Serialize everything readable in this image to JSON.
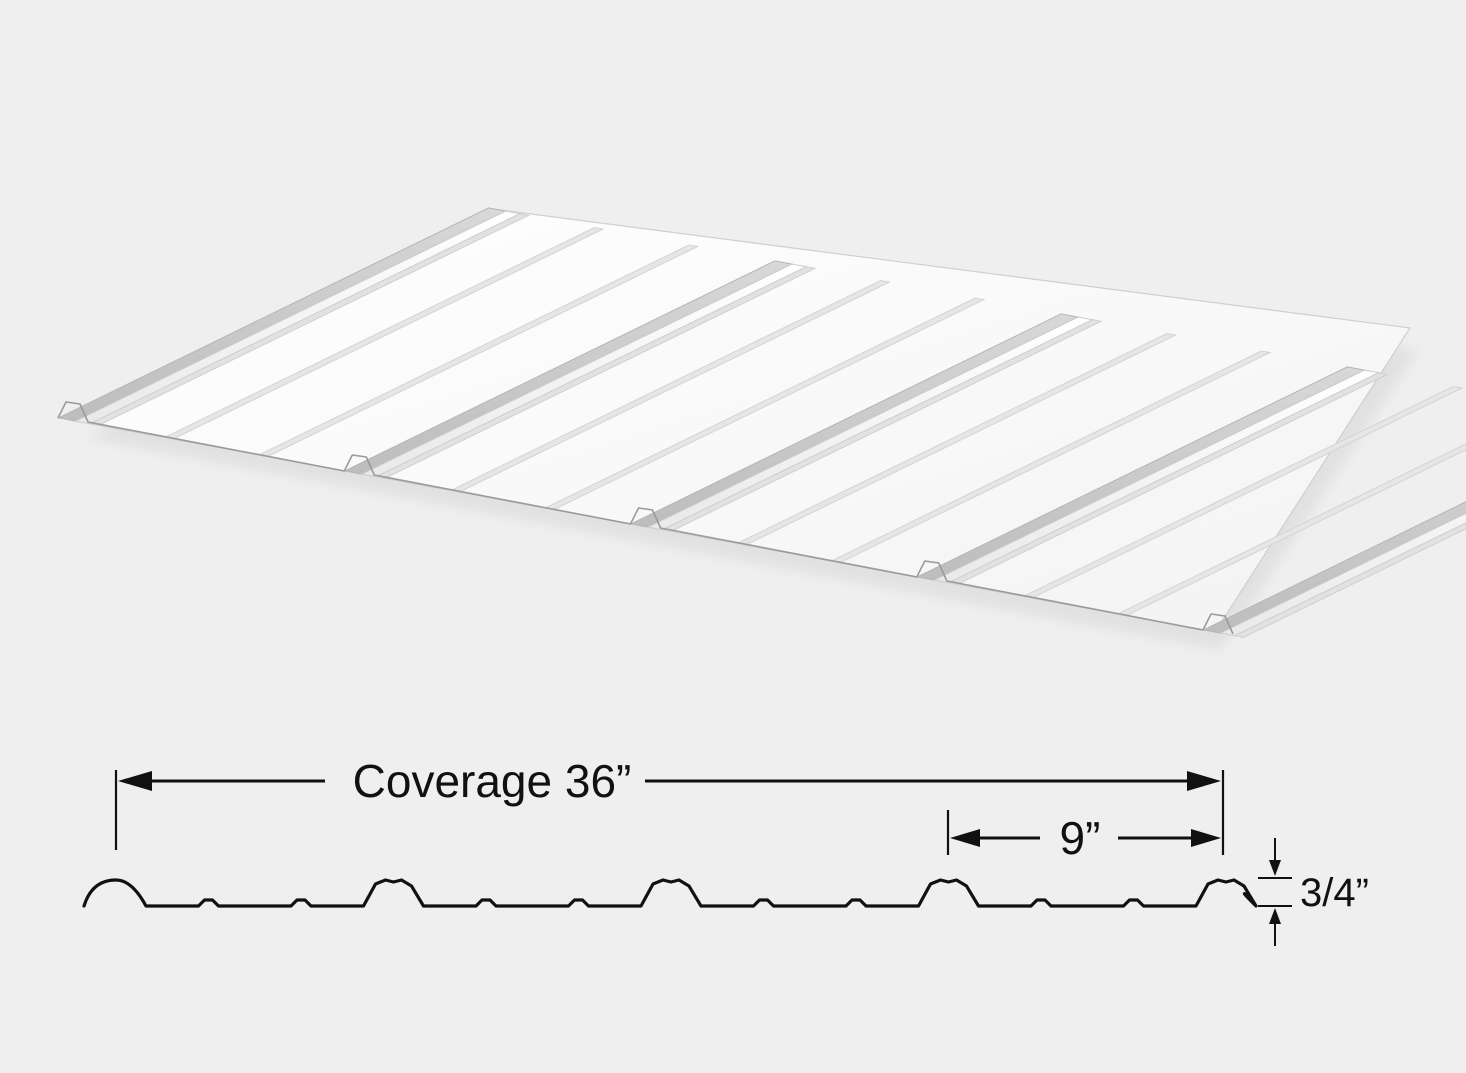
{
  "figure": {
    "background_color": "#efefef",
    "panel_color": "#ffffff",
    "line_color": "#111111"
  },
  "dimensions": {
    "coverage_label": "Coverage 36”",
    "spacing_label": "9”",
    "height_label": "3/4”"
  },
  "icons": {
    "panel": "corrugated-metal-panel-3d",
    "profile": "panel-profile-cross-section",
    "arrow": "dimension-arrow"
  }
}
